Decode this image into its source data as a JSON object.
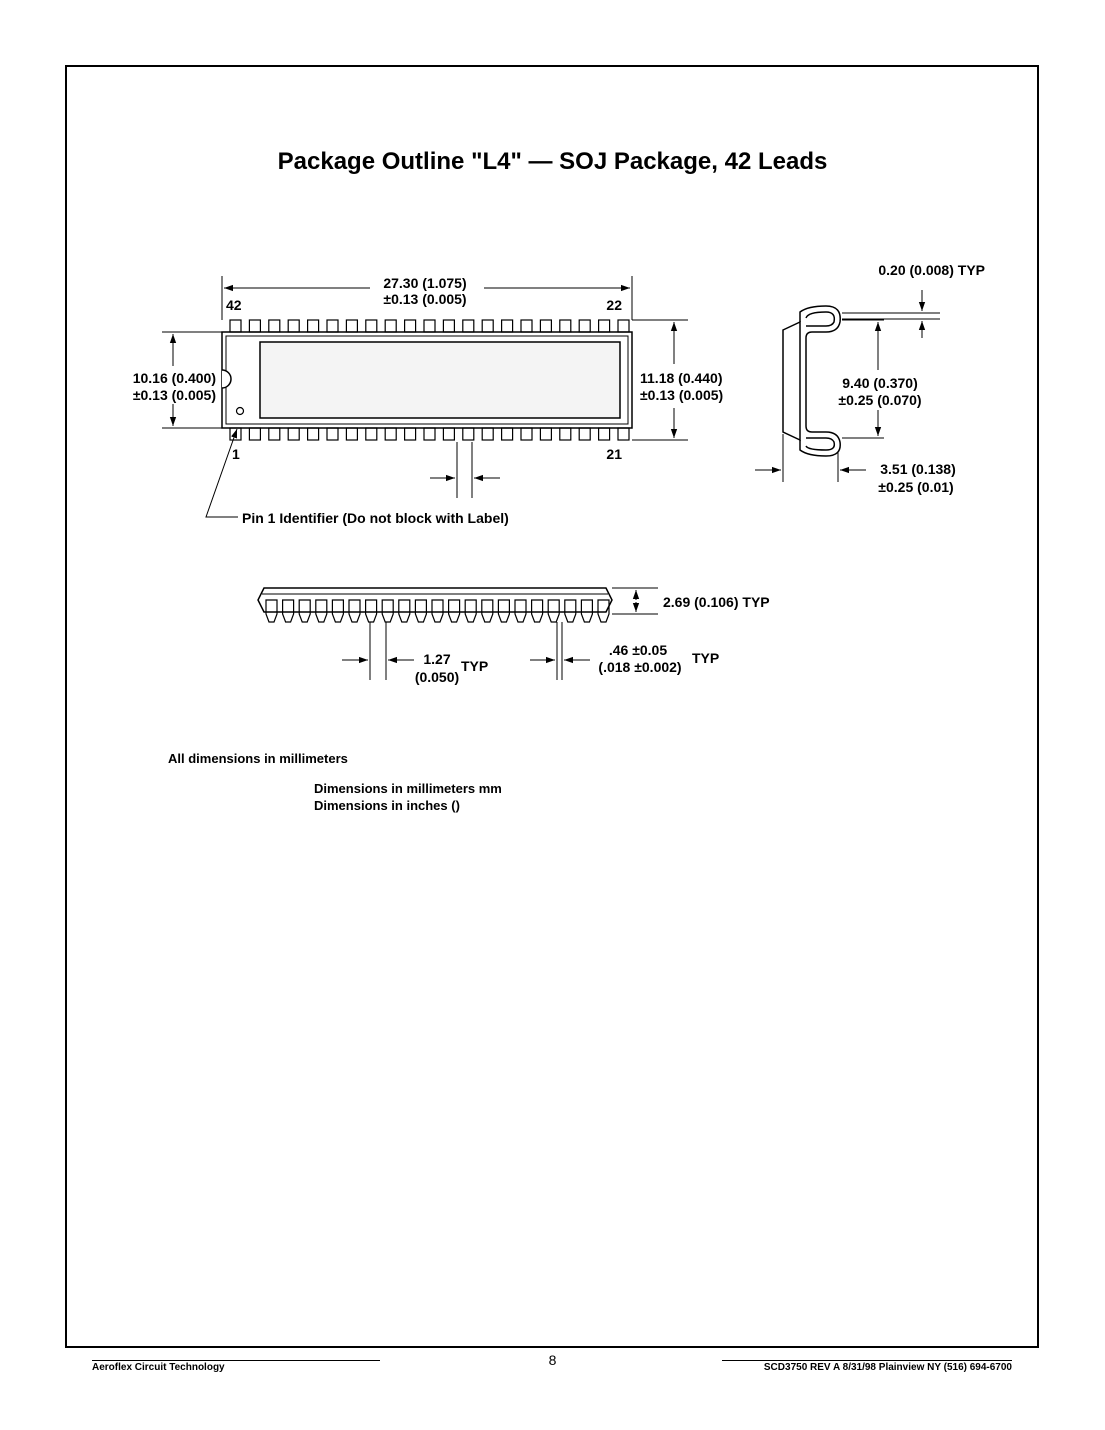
{
  "title": "Package Outline \"L4\" — SOJ Package, 42 Leads",
  "top_view": {
    "length_mm": "27.30 (1.075)",
    "length_tol": "±0.13 (0.005)",
    "pin42": "42",
    "pin22": "22",
    "pin1": "1",
    "pin21": "21",
    "width_body": "10.16 (0.400)",
    "width_body_tol": "±0.13 (0.005)",
    "width_leads": "11.18 (0.440)",
    "width_leads_tol": "±0.13 (0.005)",
    "pin1_note": "Pin 1 Identifier (Do not block with Label)"
  },
  "side_view": {
    "lead_thickness": "0.20 (0.008) TYP",
    "row_spacing": "9.40 (0.370)",
    "row_spacing_tol": "±0.25 (0.070)",
    "height": "3.51 (0.138)",
    "height_tol": "±0.25 (0.01)"
  },
  "front_view": {
    "standoff": "2.69 (0.106) TYP",
    "pitch": "1.27",
    "pitch_in": "(0.050)",
    "pitch_typ": "TYP",
    "lead_width": ".46 ±0.05",
    "lead_width_in": "(.018 ±0.002)",
    "lead_width_typ": "TYP"
  },
  "notes": {
    "all_dims": "All dimensions in millimeters",
    "dims_mm": "Dimensions in millimeters mm",
    "dims_in": "Dimensions in inches ()"
  },
  "footer": {
    "company": "Aeroflex Circuit Technology",
    "page": "8",
    "doc": "SCD3750 REV A 8/31/98    Plainview NY (516) 694-6700"
  }
}
